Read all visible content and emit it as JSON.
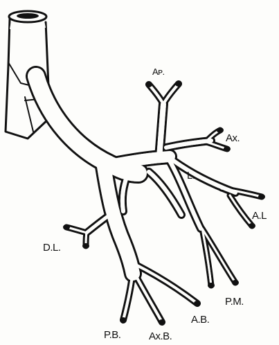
{
  "labels": {
    "ap": "Aᴘ.",
    "ax": "Ax.",
    "l": "L.",
    "al": "A.L",
    "dl": "D.L.",
    "pm": "P.M.",
    "ab": "A.B.",
    "pb": "P.B.",
    "axb": "Ax.B."
  },
  "colors": {
    "ink": "#111111",
    "paper": "#fdfdfb"
  }
}
